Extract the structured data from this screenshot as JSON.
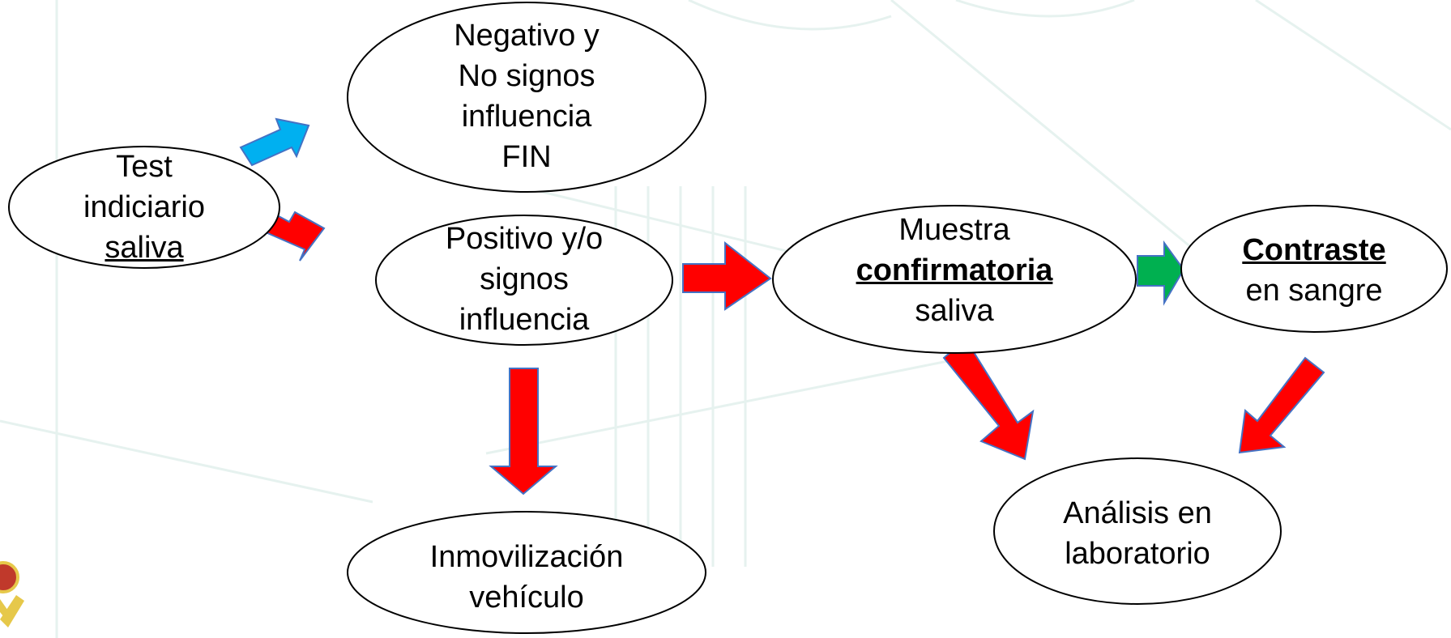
{
  "nodes": {
    "test": {
      "lines": [
        "Test",
        "indiciario",
        "saliva"
      ]
    },
    "negativo": {
      "lines": [
        "Negativo y",
        "No signos",
        "influencia",
        "FIN"
      ]
    },
    "positivo": {
      "lines": [
        "Positivo y/o",
        "signos",
        "influencia"
      ]
    },
    "inmovilizacion": {
      "lines": [
        "Inmovilización",
        "vehículo"
      ]
    },
    "muestra": {
      "line1": "Muestra",
      "line2": "confirmatoria",
      "line3": "saliva"
    },
    "contraste": {
      "line1": "Contraste",
      "line2": "en sangre"
    },
    "analisis": {
      "lines": [
        "Análisis en",
        "laboratorio"
      ]
    }
  },
  "colors": {
    "arrow_red": "#ff0000",
    "arrow_blue": "#00b0f0",
    "arrow_green": "#00b050",
    "arrow_outline": "#4472c4",
    "watermark": "#e6f2ef",
    "emblem_gold": "#e6c84a",
    "emblem_red": "#c0392b"
  }
}
